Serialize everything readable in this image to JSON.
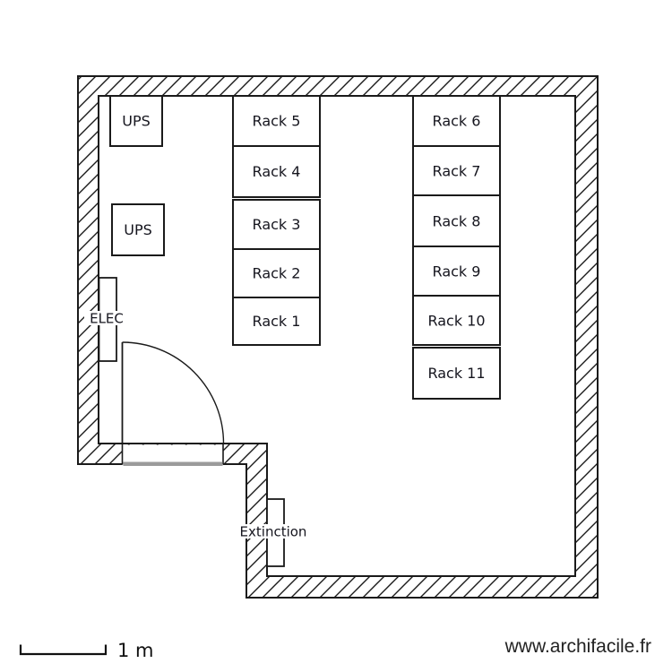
{
  "plan": {
    "ups_boxes": [
      "UPS",
      "UPS"
    ],
    "racks_left": [
      "Rack 5",
      "Rack 4",
      "Rack 3",
      "Rack 2",
      "Rack 1"
    ],
    "racks_right": [
      "Rack 6",
      "Rack 7",
      "Rack 8",
      "Rack 9",
      "Rack 10",
      "Rack 11"
    ],
    "elec_label": "ELEC",
    "extinction_label": "Extinction"
  },
  "scale_bar": {
    "label": "1 m"
  },
  "footer": {
    "website": "www.archifacile.fr"
  },
  "colors": {
    "wall_line": "#1a1a1a",
    "label_text": "#15151e",
    "door_threshold": "#9b9b9b",
    "background": "#ffffff"
  }
}
